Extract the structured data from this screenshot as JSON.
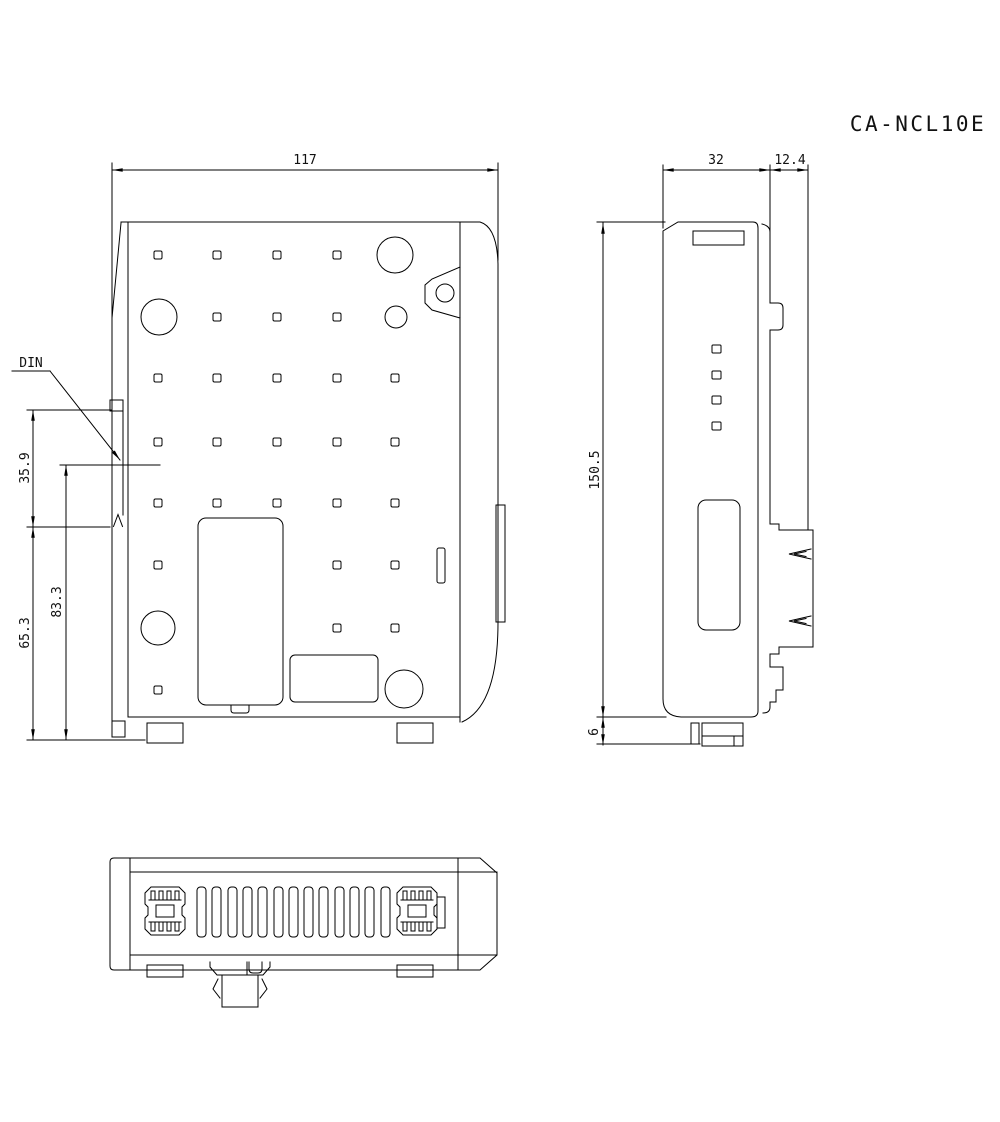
{
  "drawing": {
    "title": "CA-NCL10E",
    "front_view": {
      "din_label": "DIN",
      "dim_width": "117",
      "dim_din_notch_height": "35.9",
      "dim_notch_to_base": "65.3",
      "dim_din_center_to_base": "83.3"
    },
    "side_view": {
      "dim_body_depth": "32",
      "dim_connector_depth": "12.4",
      "dim_body_height": "150.5",
      "dim_foot_height": "6"
    }
  }
}
